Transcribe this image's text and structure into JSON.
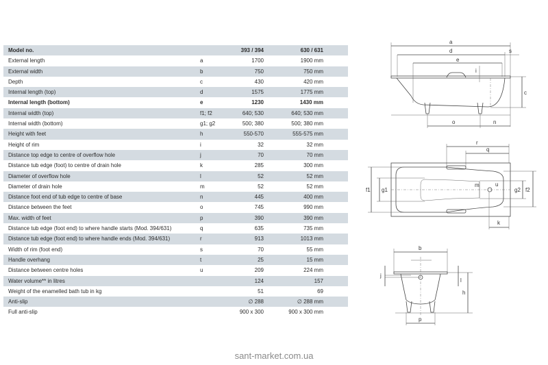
{
  "table": {
    "header": {
      "label": "Model no.",
      "sym": "",
      "v1": "393 / 394",
      "v2": "630 / 631"
    },
    "rows": [
      {
        "label": "External length",
        "sym": "a",
        "v1": "1700",
        "v2": "1900 mm"
      },
      {
        "label": "External width",
        "sym": "b",
        "v1": "750",
        "v2": "750 mm"
      },
      {
        "label": "Depth",
        "sym": "c",
        "v1": "430",
        "v2": "420 mm"
      },
      {
        "label": "Internal length (top)",
        "sym": "d",
        "v1": "1575",
        "v2": "1775 mm"
      },
      {
        "label": "Internal length (bottom)",
        "sym": "e",
        "v1": "1230",
        "v2": "1430 mm"
      },
      {
        "label": "Internal width (top)",
        "sym": "f1; f2",
        "v1": "640; 530",
        "v2": "640; 530 mm"
      },
      {
        "label": "Internal width (bottom)",
        "sym": "g1; g2",
        "v1": "500; 380",
        "v2": "500; 380 mm"
      },
      {
        "label": "Height with feet",
        "sym": "h",
        "v1": "550-570",
        "v2": "555-575 mm"
      },
      {
        "label": "Height of rim",
        "sym": "i",
        "v1": "32",
        "v2": "32 mm"
      },
      {
        "label": "Distance top edge to centre of overflow hole",
        "sym": "j",
        "v1": "70",
        "v2": "70 mm"
      },
      {
        "label": "Distance tub edge (foot) to centre of drain hole",
        "sym": "k",
        "v1": "285",
        "v2": "300 mm"
      },
      {
        "label": "Diameter of overflow hole",
        "sym": "l",
        "v1": "52",
        "v2": "52 mm"
      },
      {
        "label": "Diameter of drain hole",
        "sym": "m",
        "v1": "52",
        "v2": "52 mm"
      },
      {
        "label": "Distance foot end of tub edge to centre of base",
        "sym": "n",
        "v1": "445",
        "v2": "400 mm"
      },
      {
        "label": "Distance between the feet",
        "sym": "o",
        "v1": "745",
        "v2": "990 mm"
      },
      {
        "label": "Max. width of feet",
        "sym": "p",
        "v1": "390",
        "v2": "390 mm"
      },
      {
        "label": "Distance tub edge (foot end) to where handle starts (Mod. 394/631)",
        "sym": "q",
        "v1": "635",
        "v2": "735 mm"
      },
      {
        "label": "Distance tub edge (foot end) to where handle ends (Mod. 394/631)",
        "sym": "r",
        "v1": "913",
        "v2": "1013 mm"
      },
      {
        "label": "Width of rim (foot end)",
        "sym": "s",
        "v1": "70",
        "v2": "55 mm"
      },
      {
        "label": "Handle overhang",
        "sym": "t",
        "v1": "25",
        "v2": "15 mm"
      },
      {
        "label": "Distance between centre holes",
        "sym": "u",
        "v1": "209",
        "v2": "224 mm"
      },
      {
        "label": "Water volume** in litres",
        "sym": "",
        "v1": "124",
        "v2": "157"
      },
      {
        "label": "Weight of the enamelled bath tub in kg",
        "sym": "",
        "v1": "51",
        "v2": "69"
      },
      {
        "label": "Anti-slip",
        "sym": "",
        "v1": "∅ 288",
        "v2": "∅ 288 mm"
      },
      {
        "label": "Full anti-slip",
        "sym": "",
        "v1": "900 x 300",
        "v2": "900 x 300 mm"
      }
    ]
  },
  "diagrams": {
    "side": {
      "a": "a",
      "d": "d",
      "e": "e",
      "s": "s",
      "i": "i",
      "c": "c",
      "o": "o",
      "n": "n"
    },
    "top": {
      "r": "r",
      "q": "q",
      "f1": "f1",
      "g1": "g1",
      "g2": "g2",
      "f2": "f2",
      "m": "m",
      "u": "u",
      "k": "k"
    },
    "front": {
      "b": "b",
      "j": "j",
      "l": "l",
      "h": "h",
      "p": "p"
    }
  },
  "watermark": "sant-market.com.ua"
}
